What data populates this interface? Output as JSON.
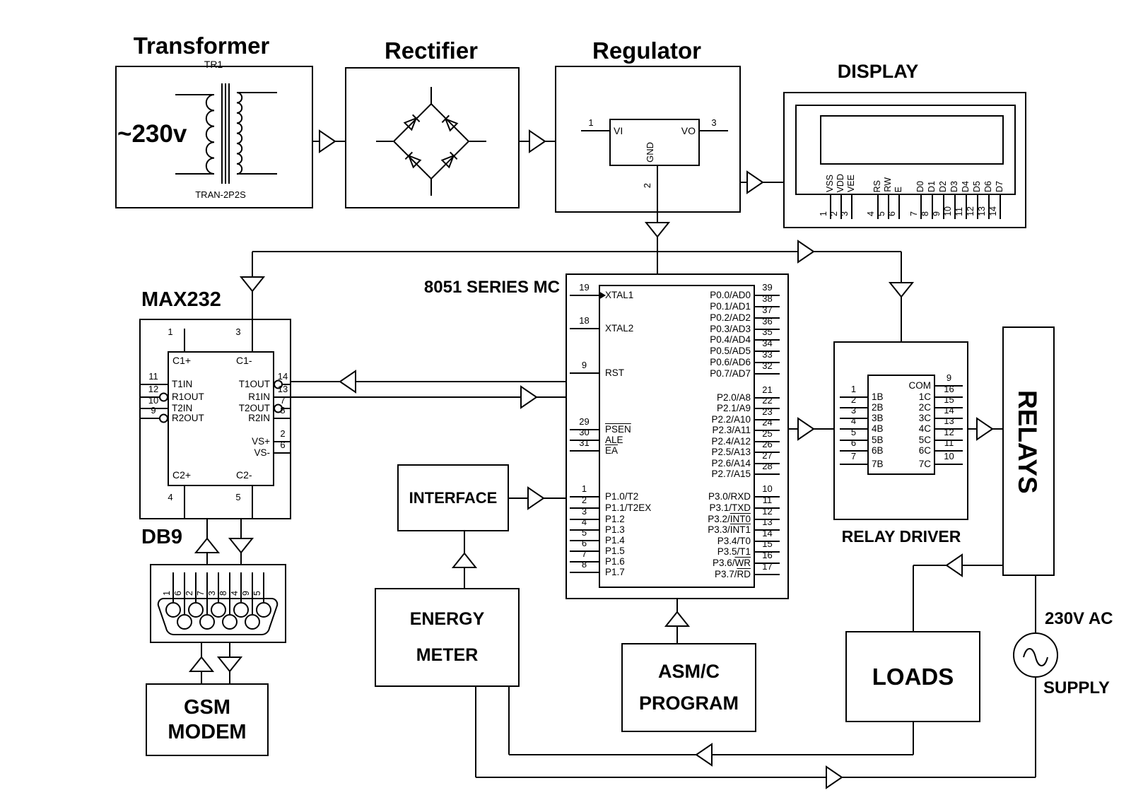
{
  "titles": {
    "transformer": "Transformer",
    "rectifier": "Rectifier",
    "regulator": "Regulator",
    "display": "DISPLAY",
    "max232": "MAX232",
    "mcu": "8051 SERIES MC",
    "db9": "DB9",
    "relay_driver": "RELAY DRIVER"
  },
  "transformer": {
    "voltage": "~230v",
    "ref": "TR1",
    "model": "TRAN-2P2S"
  },
  "regulator": {
    "vi": "VI",
    "vo": "VO",
    "gnd": "GND",
    "pin_in": "1",
    "pin_gnd": "2",
    "pin_out": "3"
  },
  "display": {
    "pins": [
      {
        "num": "1",
        "label": "VSS"
      },
      {
        "num": "2",
        "label": "VDD"
      },
      {
        "num": "3",
        "label": "VEE"
      },
      {
        "num": "4",
        "label": "RS"
      },
      {
        "num": "5",
        "label": "RW"
      },
      {
        "num": "6",
        "label": "E"
      },
      {
        "num": "7",
        "label": "D0"
      },
      {
        "num": "8",
        "label": "D1"
      },
      {
        "num": "9",
        "label": "D2"
      },
      {
        "num": "10",
        "label": "D3"
      },
      {
        "num": "11",
        "label": "D4"
      },
      {
        "num": "12",
        "label": "D5"
      },
      {
        "num": "13",
        "label": "D6"
      },
      {
        "num": "14",
        "label": "D7"
      }
    ]
  },
  "max232": {
    "c1p": "C1+",
    "c1m": "C1-",
    "c2p": "C2+",
    "c2m": "C2-",
    "top_pins": [
      {
        "num": "1"
      },
      {
        "num": "3"
      }
    ],
    "bottom_pins": [
      {
        "num": "4"
      },
      {
        "num": "5"
      }
    ],
    "left_pins": [
      {
        "num": "11",
        "label": "T1IN"
      },
      {
        "num": "12",
        "label": "R1OUT",
        "bubble": true
      },
      {
        "num": "10",
        "label": "T2IN"
      },
      {
        "num": "9",
        "label": "R2OUT",
        "bubble": true
      }
    ],
    "right_pins": [
      {
        "num": "14",
        "label": "T1OUT",
        "bubble": true
      },
      {
        "num": "13",
        "label": "R1IN"
      },
      {
        "num": "7",
        "label": "T2OUT",
        "bubble": true
      },
      {
        "num": "8",
        "label": "R2IN"
      },
      {
        "num": "2",
        "label": "VS+"
      },
      {
        "num": "6",
        "label": "VS-"
      }
    ]
  },
  "mcu": {
    "left_pins": [
      {
        "num": "19",
        "pre": "XTAL1"
      },
      {
        "num": "18",
        "pre": "XTAL2"
      },
      {
        "num": "9",
        "pre": "RST"
      },
      {
        "num": "29",
        "pre": "",
        "ov": "PSEN"
      },
      {
        "num": "30",
        "pre": "ALE"
      },
      {
        "num": "31",
        "pre": "",
        "ov": "EA"
      },
      {
        "num": "1",
        "pre": "P1.0/T2"
      },
      {
        "num": "2",
        "pre": "P1.1/T2EX"
      },
      {
        "num": "3",
        "pre": "P1.2"
      },
      {
        "num": "4",
        "pre": "P1.3"
      },
      {
        "num": "5",
        "pre": "P1.4"
      },
      {
        "num": "6",
        "pre": "P1.5"
      },
      {
        "num": "7",
        "pre": "P1.6"
      },
      {
        "num": "8",
        "pre": "P1.7"
      }
    ],
    "right_pins": [
      {
        "num": "39",
        "pre": "P0.0/AD0"
      },
      {
        "num": "38",
        "pre": "P0.1/AD1"
      },
      {
        "num": "37",
        "pre": "P0.2/AD2"
      },
      {
        "num": "36",
        "pre": "P0.3/AD3"
      },
      {
        "num": "35",
        "pre": "P0.4/AD4"
      },
      {
        "num": "34",
        "pre": "P0.5/AD5"
      },
      {
        "num": "33",
        "pre": "P0.6/AD6"
      },
      {
        "num": "32",
        "pre": "P0.7/AD7"
      },
      {
        "num": "21",
        "pre": "P2.0/A8"
      },
      {
        "num": "22",
        "pre": "P2.1/A9"
      },
      {
        "num": "23",
        "pre": "P2.2/A10"
      },
      {
        "num": "24",
        "pre": "P2.3/A11"
      },
      {
        "num": "25",
        "pre": "P2.4/A12"
      },
      {
        "num": "26",
        "pre": "P2.5/A13"
      },
      {
        "num": "27",
        "pre": "P2.6/A14"
      },
      {
        "num": "28",
        "pre": "P2.7/A15"
      },
      {
        "num": "10",
        "pre": "P3.0/RXD"
      },
      {
        "num": "11",
        "pre": "P3.1/TXD"
      },
      {
        "num": "12",
        "pre": "P3.2/",
        "ov": "INT0"
      },
      {
        "num": "13",
        "pre": "P3.3/",
        "ov": "INT1"
      },
      {
        "num": "14",
        "pre": "P3.4/T0"
      },
      {
        "num": "15",
        "pre": "P3.5/T1"
      },
      {
        "num": "16",
        "pre": "P3.6/",
        "ov": "WR"
      },
      {
        "num": "17",
        "pre": "P3.7/",
        "ov": "RD"
      }
    ]
  },
  "relay_driver": {
    "left_pins": [
      {
        "num": "1",
        "label": "1B"
      },
      {
        "num": "2",
        "label": "2B"
      },
      {
        "num": "3",
        "label": "3B"
      },
      {
        "num": "4",
        "label": "4B"
      },
      {
        "num": "5",
        "label": "5B"
      },
      {
        "num": "6",
        "label": "6B"
      },
      {
        "num": "7",
        "label": "7B"
      }
    ],
    "right_pins": [
      {
        "num": "9",
        "label": "COM"
      },
      {
        "num": "16",
        "label": "1C"
      },
      {
        "num": "15",
        "label": "2C"
      },
      {
        "num": "14",
        "label": "3C"
      },
      {
        "num": "13",
        "label": "4C"
      },
      {
        "num": "12",
        "label": "5C"
      },
      {
        "num": "11",
        "label": "6C"
      },
      {
        "num": "10",
        "label": "7C"
      }
    ]
  },
  "db9": {
    "pins": [
      "1",
      "6",
      "2",
      "7",
      "3",
      "8",
      "4",
      "9",
      "5"
    ]
  },
  "relays": {
    "label": "RELAYS"
  },
  "loads": {
    "label": "LOADS"
  },
  "supply": {
    "line1": "230V AC",
    "line2": "SUPPLY"
  },
  "gsm": {
    "line1": "GSM",
    "line2": "MODEM"
  },
  "interface": {
    "label": "INTERFACE"
  },
  "energy_meter": {
    "line1": "ENERGY",
    "line2": "METER"
  },
  "program": {
    "line1": "ASM/C",
    "line2": "PROGRAM"
  }
}
